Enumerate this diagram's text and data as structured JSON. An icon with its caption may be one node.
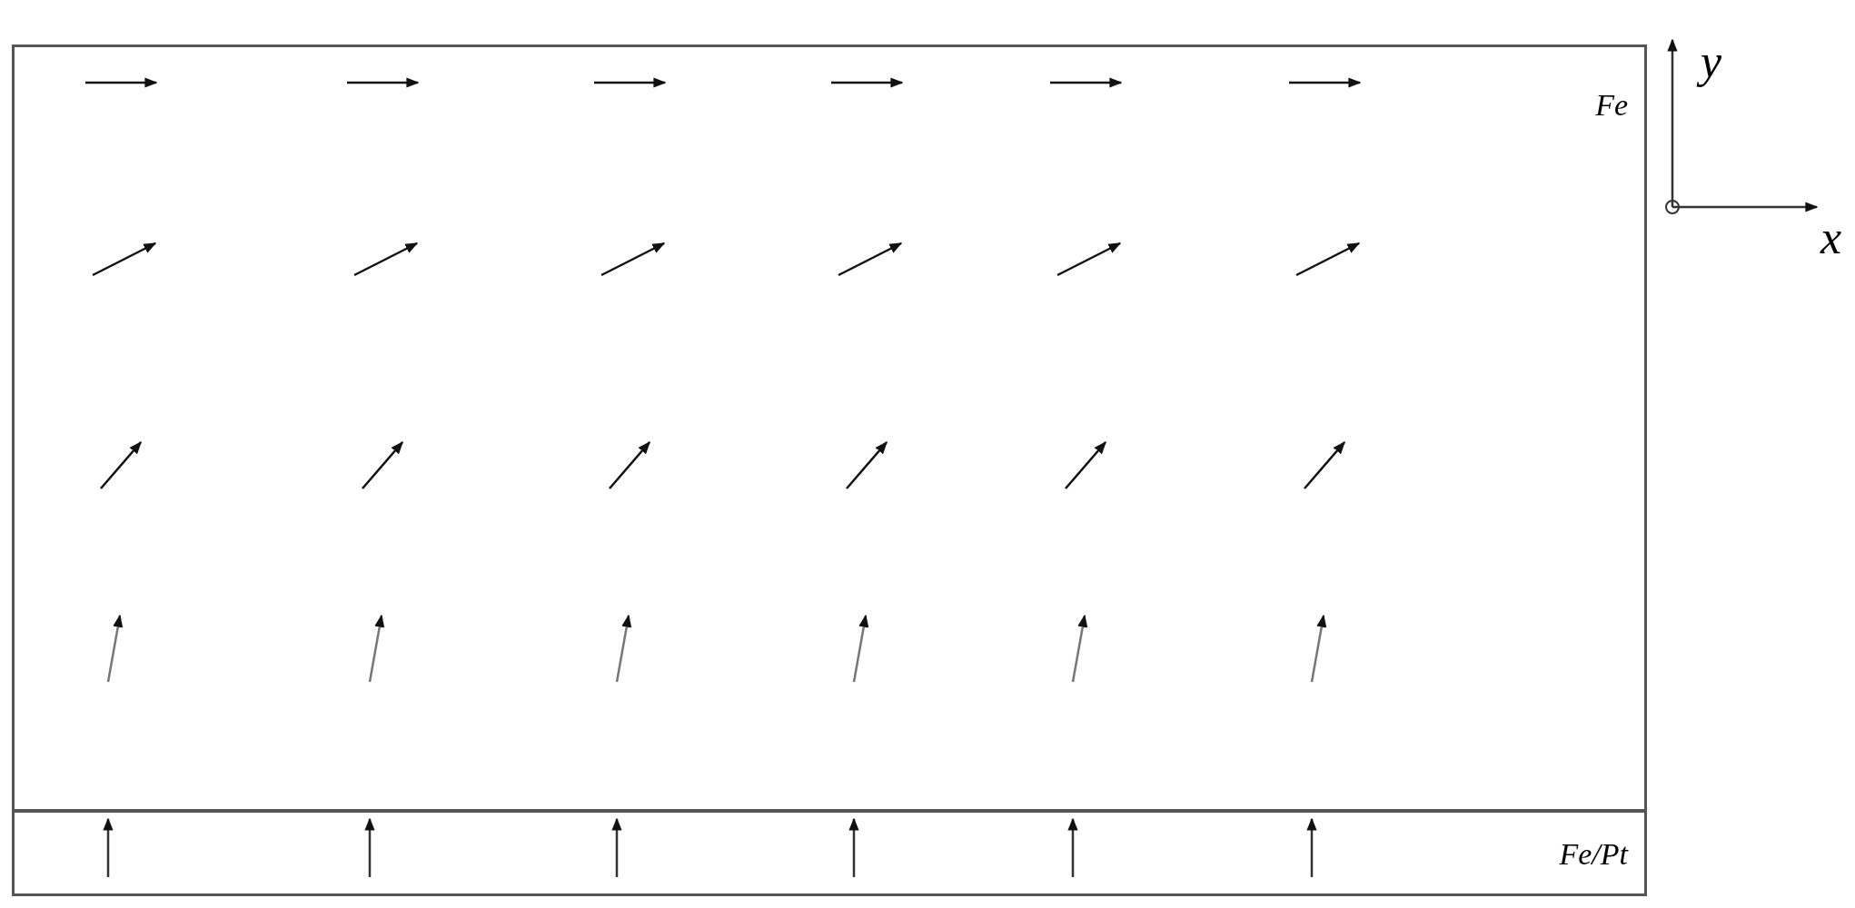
{
  "diagram": {
    "nodes": [
      {
        "text": [
          "Fe"
        ]
      },
      {
        "text": [
          "Fe/Pt"
        ]
      }
    ],
    "labels": [
      "y",
      "x"
    ]
  }
}
